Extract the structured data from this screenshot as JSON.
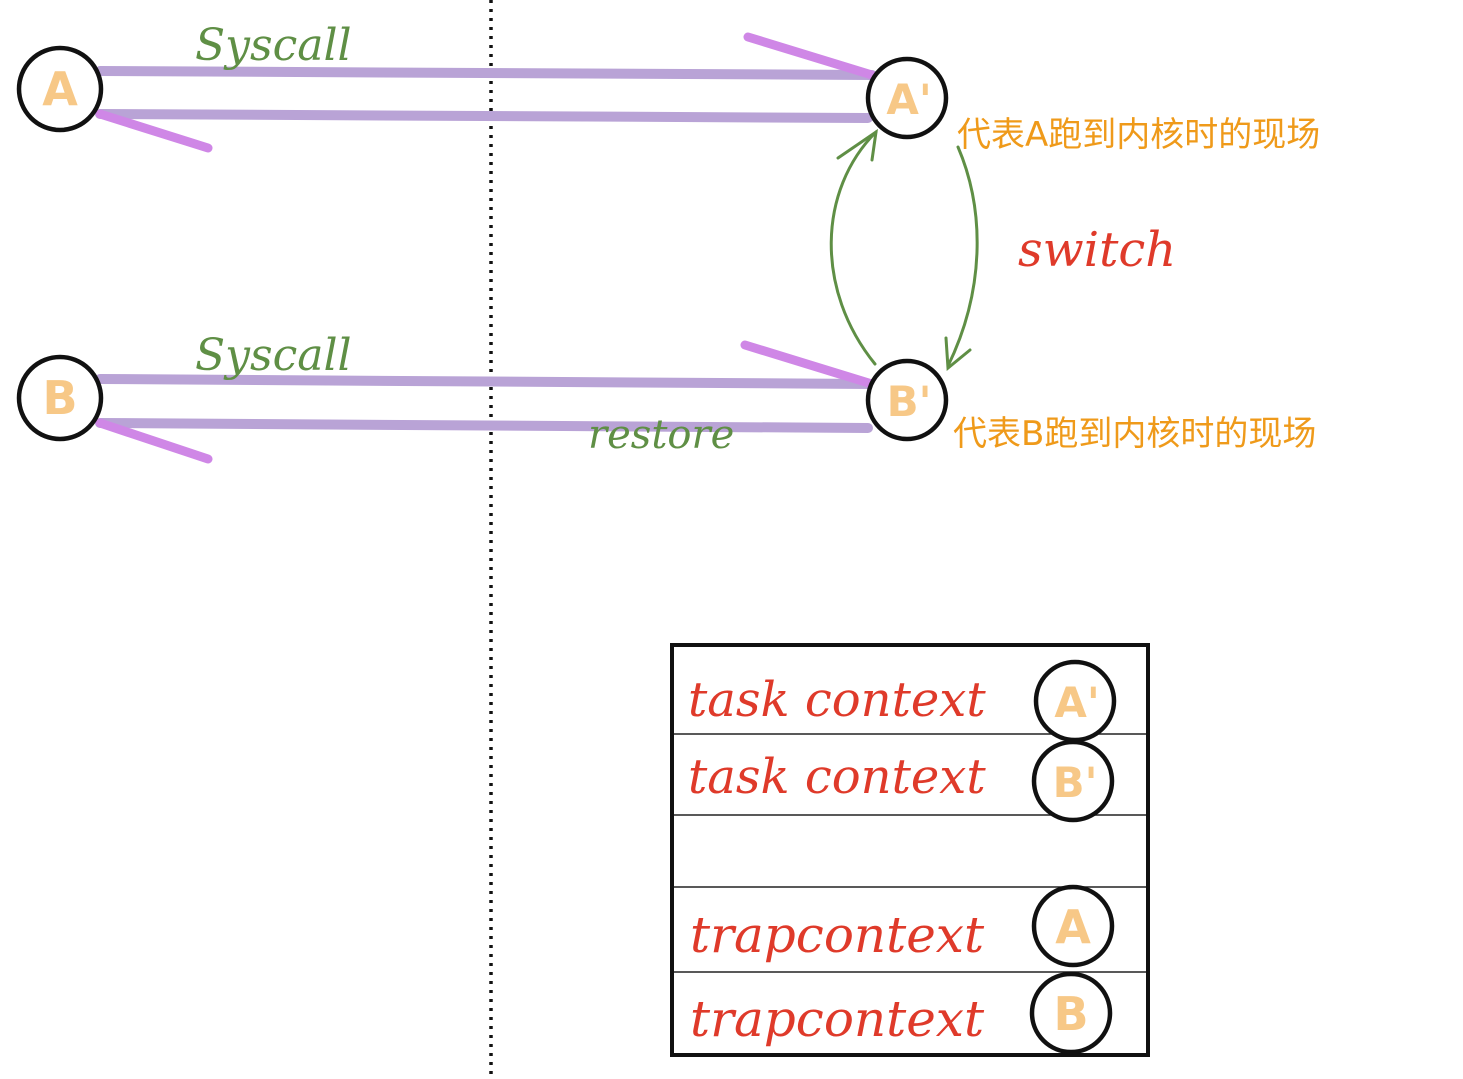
{
  "labels": {
    "syscall_top": "Syscall",
    "syscall_bottom": "Syscall",
    "restore": "restore",
    "switch": "switch",
    "desc_a": "代表A跑到内核时的现场",
    "desc_b": "代表B跑到内核时的现场"
  },
  "nodes": {
    "user_a": "A",
    "user_b": "B",
    "kernel_a": "A'",
    "kernel_b": "B'"
  },
  "stack": {
    "rows": [
      {
        "text": "task context",
        "badge": "A'"
      },
      {
        "text": "task context",
        "badge": "B'"
      },
      {
        "text": "",
        "badge": ""
      },
      {
        "text": "trapcontext",
        "badge": "A"
      },
      {
        "text": "trapcontext",
        "badge": "B"
      }
    ]
  },
  "colors": {
    "arrow_purple": "#b9a3d6",
    "arrow_tip_purple": "#cf87e6",
    "green": "#5f8f45",
    "orange": "#ef9a1a",
    "red": "#df3a2a",
    "node_letter": "#f7c887"
  }
}
